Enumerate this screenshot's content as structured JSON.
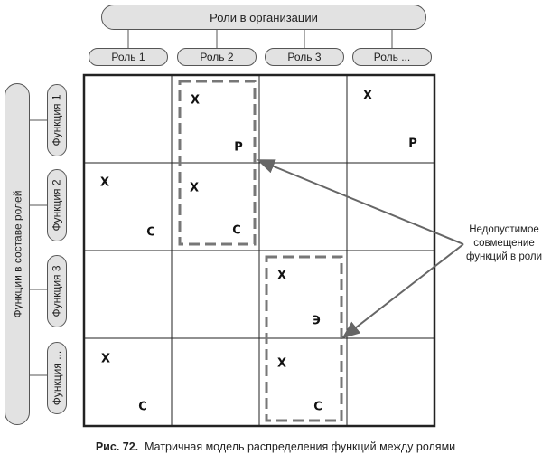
{
  "header": {
    "roles_title": "Роли в организации",
    "functions_title": "Функции в составе ролей"
  },
  "roles": [
    "Роль 1",
    "Роль 2",
    "Роль 3",
    "Роль ..."
  ],
  "functions": [
    "Функция 1",
    "Функция 2",
    "Функция 3",
    "Функция ..."
  ],
  "matrix": [
    {
      "row": 0,
      "col": 1,
      "letters": [
        "Х",
        "Р"
      ]
    },
    {
      "row": 0,
      "col": 3,
      "letters": [
        "Х",
        "Р"
      ]
    },
    {
      "row": 1,
      "col": 0,
      "letters": [
        "Х",
        "С"
      ]
    },
    {
      "row": 1,
      "col": 1,
      "letters": [
        "Х",
        "С"
      ]
    },
    {
      "row": 2,
      "col": 2,
      "letters": [
        "Х",
        "Э"
      ]
    },
    {
      "row": 3,
      "col": 0,
      "letters": [
        "Х",
        "С"
      ]
    },
    {
      "row": 3,
      "col": 2,
      "letters": [
        "Х",
        "С"
      ]
    }
  ],
  "annotation": {
    "text": "Недопустимое совмещение функций в роли"
  },
  "caption": {
    "label": "Рис. 72.",
    "text": "Матричная модель распределения функций между ролями"
  }
}
